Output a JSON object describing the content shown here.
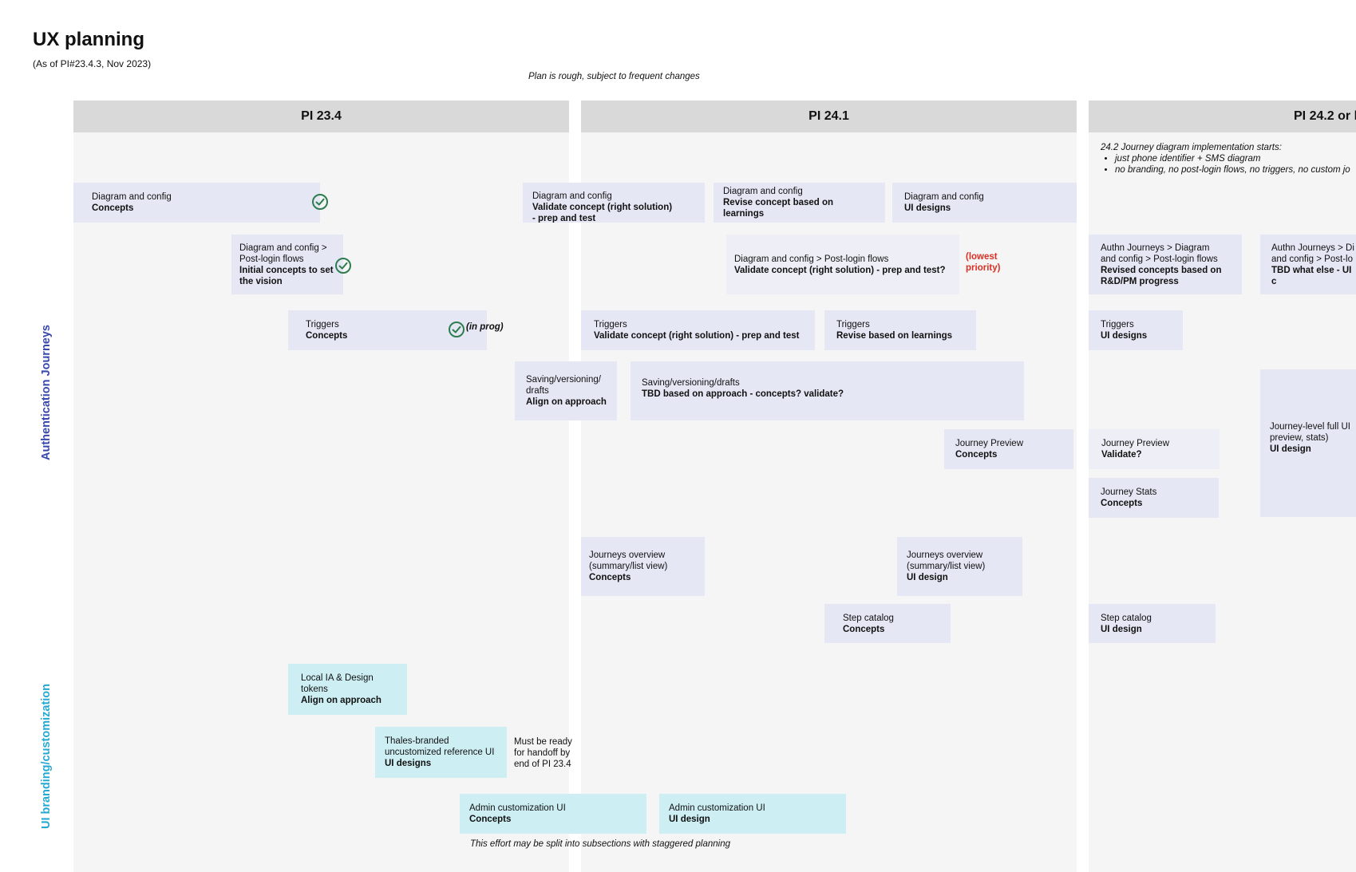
{
  "page": {
    "title": "UX planning",
    "subtitle": "(As of PI#23.4.3, Nov 2023)",
    "note_top": "Plan is rough, subject to frequent changes",
    "note_bottom": "This effort may be split into subsections with staggered planning"
  },
  "columns": [
    {
      "label": "PI 23.4"
    },
    {
      "label": "PI 24.1"
    },
    {
      "label": "PI 24.2 or l"
    }
  ],
  "lanes": [
    {
      "label": "Authentication Journeys",
      "color": "#3949ab"
    },
    {
      "label": "UI branding/customization",
      "color": "#26a9d1"
    }
  ],
  "pi242_note": {
    "heading": "24.2 Journey diagram implementation starts:",
    "bullets": [
      "just phone identifier + SMS diagram",
      "no branding, no post-login flows, no triggers, no custom jo"
    ]
  },
  "cards": [
    {
      "l1": "Diagram and config",
      "l2": "Concepts"
    },
    {
      "l1": "Diagram and config",
      "l2": "Validate concept (right solution)\n- prep and test"
    },
    {
      "l1": "Diagram and config",
      "l2": "Revise concept based on learnings"
    },
    {
      "l1": "Diagram and config",
      "l2": "UI designs"
    },
    {
      "l1": "Diagram and config >\nPost-login flows",
      "l2": "Initial concepts to set\nthe vision"
    },
    {
      "l1": "Diagram and config > Post-login flows",
      "l2": "Validate concept (right solution) - prep and test?"
    },
    {
      "l1": "Authn Journeys > Diagram\nand config > Post-login flows",
      "l2": "Revised concepts based on\nR&D/PM progress"
    },
    {
      "l1": "Authn Journeys > Di\nand config > Post-lo",
      "l2": "TBD what else - UI c"
    },
    {
      "l1": "Triggers",
      "l2": "Concepts"
    },
    {
      "l1": "Triggers",
      "l2": "Validate concept (right solution) - prep and test"
    },
    {
      "l1": "Triggers",
      "l2": "Revise based on learnings"
    },
    {
      "l1": "Triggers",
      "l2": "UI designs"
    },
    {
      "l1": "Saving/versioning/\ndrafts",
      "l2": "Align on approach"
    },
    {
      "l1": "Saving/versioning/drafts",
      "l2": "TBD based on approach - concepts? validate?"
    },
    {
      "l1": "Journey Preview",
      "l2": "Concepts"
    },
    {
      "l1": "Journey Preview",
      "l2": "Validate?"
    },
    {
      "l1": "Journey-level full UI\npreview, stats)",
      "l2": "UI design"
    },
    {
      "l1": "Journey Stats",
      "l2": "Concepts"
    },
    {
      "l1": "Journeys overview\n(summary/list view)",
      "l2": "Concepts"
    },
    {
      "l1": "Journeys overview\n(summary/list view)",
      "l2": "UI design"
    },
    {
      "l1": "Step catalog",
      "l2": "Concepts"
    },
    {
      "l1": "Step catalog",
      "l2": "UI design"
    },
    {
      "l1": "Local IA & Design\ntokens",
      "l2": "Align on approach"
    },
    {
      "l1": "Thales-branded\nuncustomized reference UI",
      "l2": "UI designs"
    },
    {
      "l1": "Admin customization UI",
      "l2": "Concepts"
    },
    {
      "l1": "Admin customization UI",
      "l2": "UI design"
    }
  ],
  "annotations": {
    "in_prog": "(in prog)",
    "lowest_priority": "(lowest\npriority)",
    "handoff_note": "Must be ready\nfor handoff by\nend of PI 23.4"
  },
  "colors": {
    "card_fill": "#e5e7f4",
    "card_fill_teal": "#cdeff4",
    "column_bg": "#f5f5f5",
    "column_header": "#d9d9d9",
    "check_green": "#2e7d4f",
    "priority_red": "#d93025"
  },
  "icons": [
    "check-circle-icon"
  ]
}
